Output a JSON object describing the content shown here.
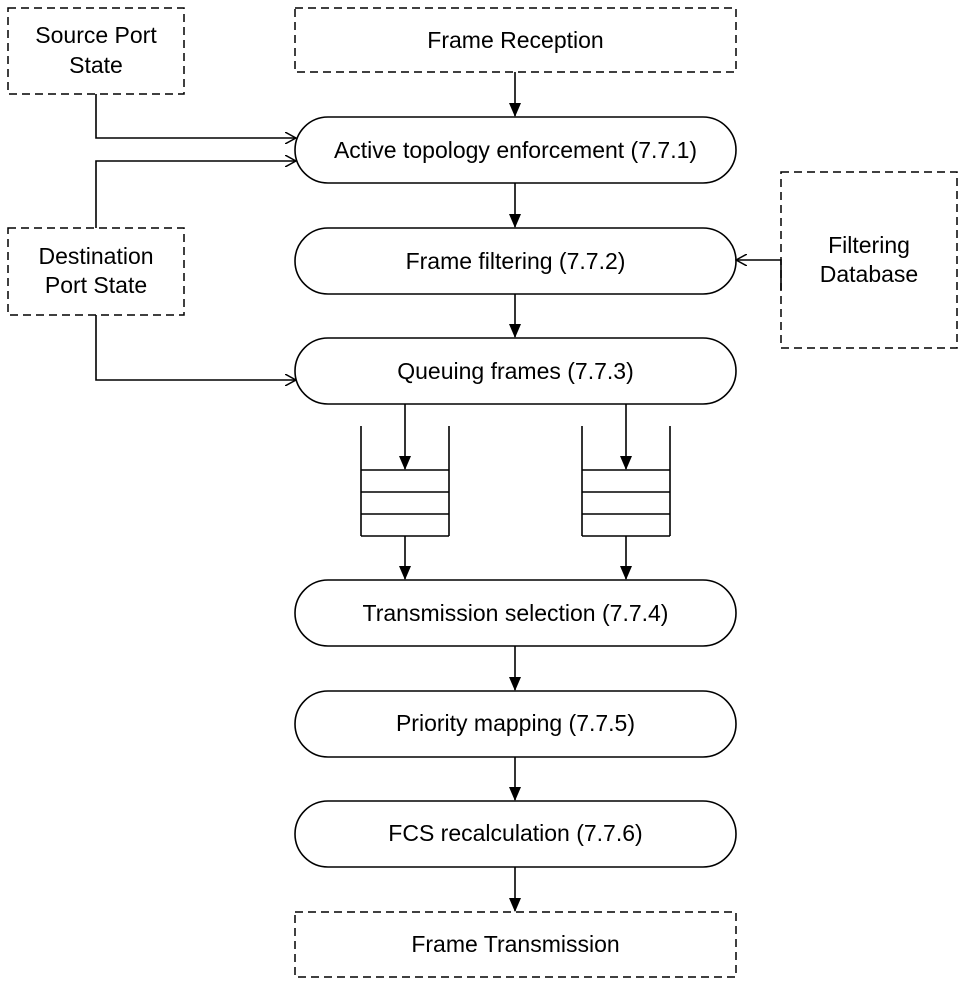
{
  "source_port_state": {
    "line1": "Source Port",
    "line2": "State"
  },
  "destination_port_state": {
    "line1": "Destination",
    "line2": "Port State"
  },
  "filtering_database": {
    "line1": "Filtering",
    "line2": "Database"
  },
  "frame_reception": "Frame Reception",
  "frame_transmission": "Frame Transmission",
  "steps": {
    "active_topology": "Active topology enforcement (7.7.1)",
    "frame_filtering": "Frame filtering (7.7.2)",
    "queuing_frames": "Queuing frames (7.7.3)",
    "transmission_selection": "Transmission selection (7.7.4)",
    "priority_mapping": "Priority mapping (7.7.5)",
    "fcs_recalculation": "FCS recalculation (7.7.6)"
  }
}
